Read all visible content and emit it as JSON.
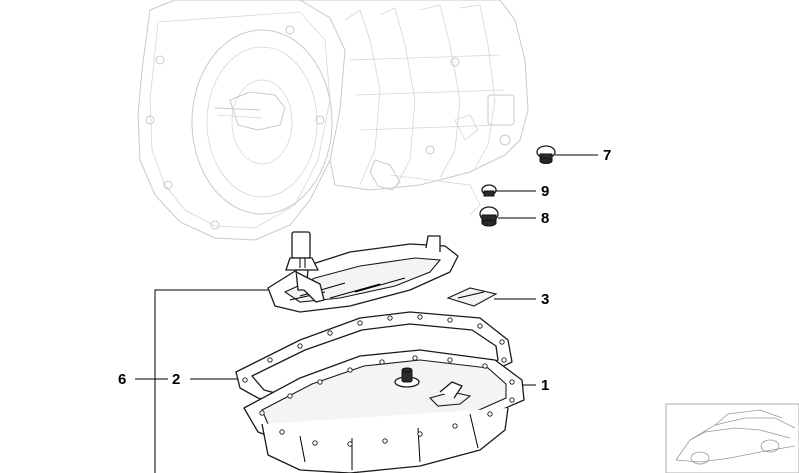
{
  "diagram": {
    "callouts": [
      {
        "id": "c1",
        "label": "1"
      },
      {
        "id": "c2",
        "label": "2"
      },
      {
        "id": "c3",
        "label": "3"
      },
      {
        "id": "c6",
        "label": "6"
      },
      {
        "id": "c7",
        "label": "7"
      },
      {
        "id": "c8",
        "label": "8"
      },
      {
        "id": "c9",
        "label": "9"
      }
    ]
  }
}
